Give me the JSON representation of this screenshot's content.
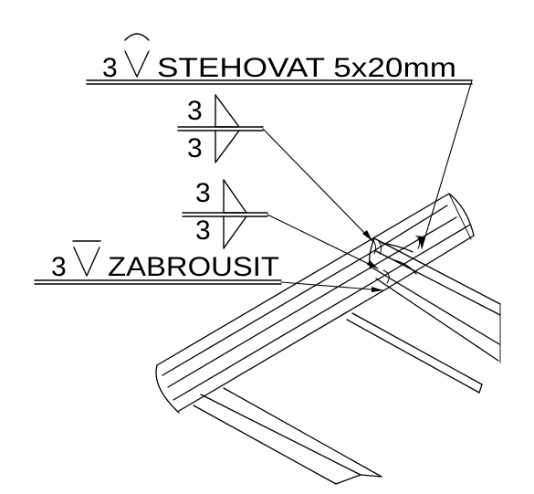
{
  "callouts": [
    {
      "size": "3",
      "symbol": "fillet-weld-convex-icon",
      "note": "STEHOVAT 5x20mm"
    },
    {
      "size_top": "3",
      "size_bottom": "3",
      "symbol": "double-fillet-weld-icon"
    },
    {
      "size_top": "3",
      "size_bottom": "3",
      "symbol": "double-fillet-weld-icon"
    },
    {
      "size": "3",
      "symbol": "fillet-weld-flush-icon",
      "note": "ZABROUSIT"
    }
  ],
  "colors": {
    "line": "#000000",
    "background": "#ffffff"
  }
}
